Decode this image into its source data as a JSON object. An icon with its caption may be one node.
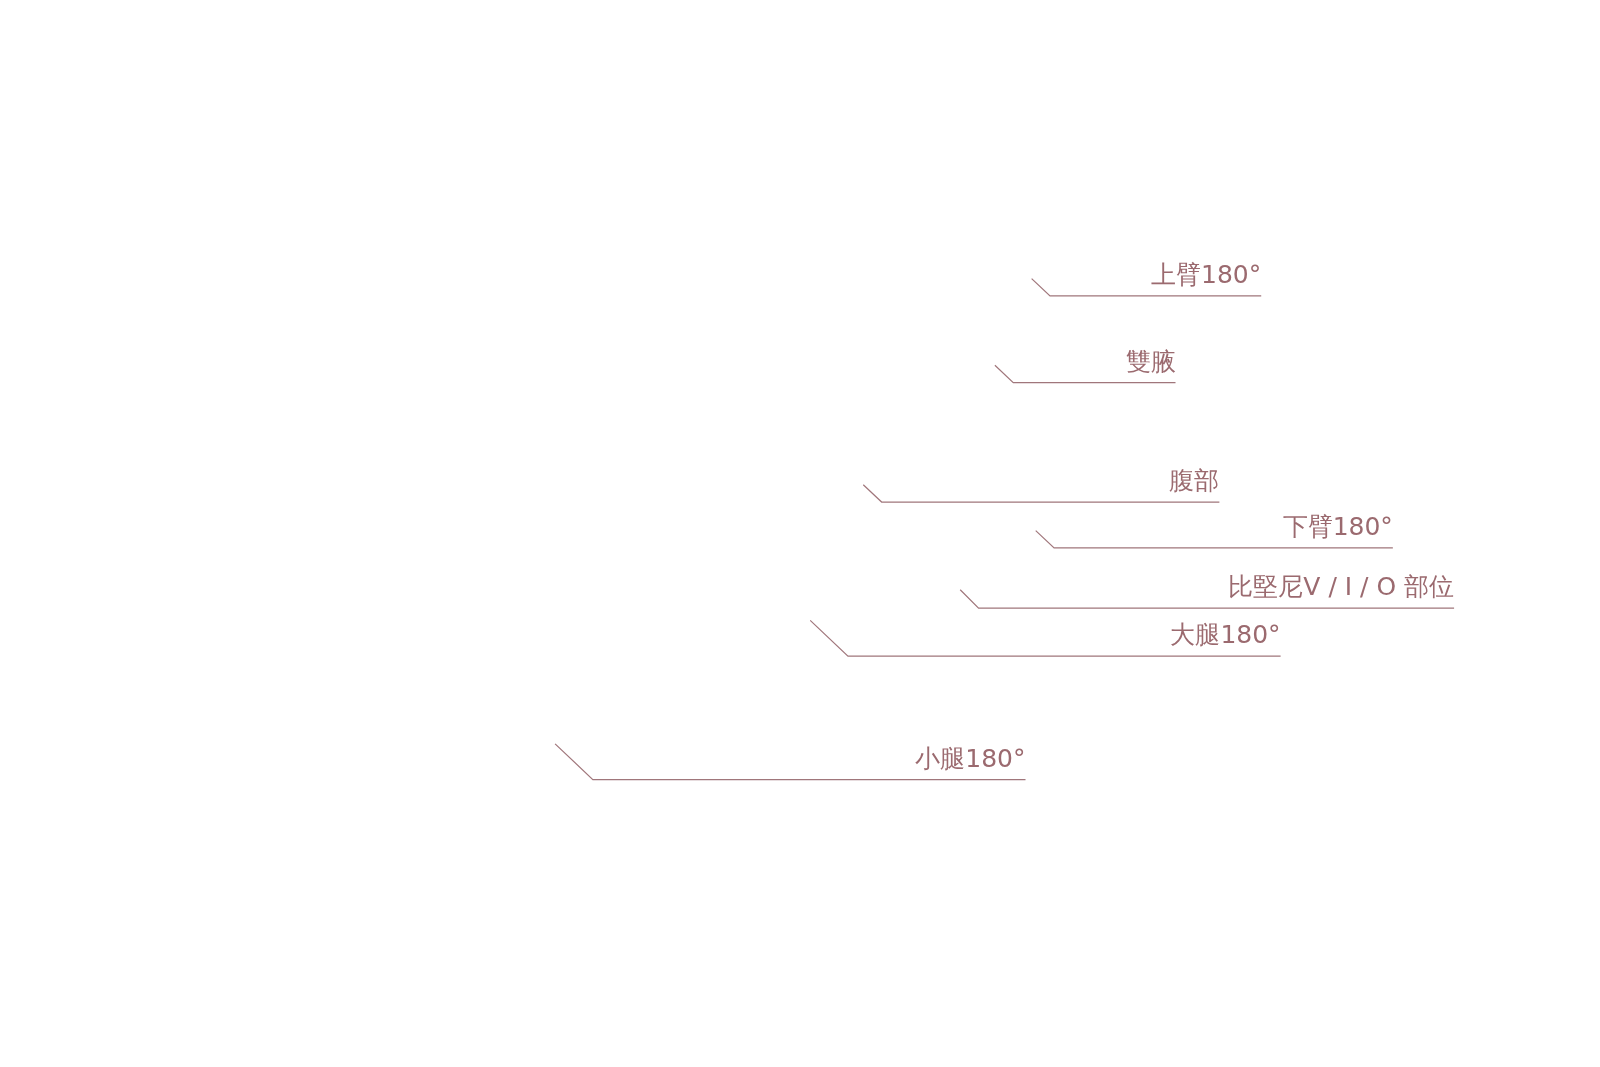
{
  "diagram": {
    "nodes": [
      {
        "text": [
          "上臂180°"
        ]
      },
      {
        "text": [
          "雙腋"
        ]
      },
      {
        "text": [
          "腹部"
        ]
      },
      {
        "text": [
          "下臂180°"
        ]
      },
      {
        "text": [
          "比堅尼V / I / O 部位"
        ]
      },
      {
        "text": [
          "大腿180°"
        ]
      },
      {
        "text": [
          "小腿180°"
        ]
      }
    ],
    "edges": [
      {
        "from": 0,
        "to": null,
        "arrow": "none"
      },
      {
        "from": 1,
        "to": null,
        "arrow": "none"
      },
      {
        "from": 2,
        "to": null,
        "arrow": "none"
      },
      {
        "from": 3,
        "to": null,
        "arrow": "none"
      },
      {
        "from": 4,
        "to": null,
        "arrow": "none"
      },
      {
        "from": 5,
        "to": null,
        "arrow": "none"
      },
      {
        "from": 6,
        "to": null,
        "arrow": "none"
      }
    ]
  }
}
